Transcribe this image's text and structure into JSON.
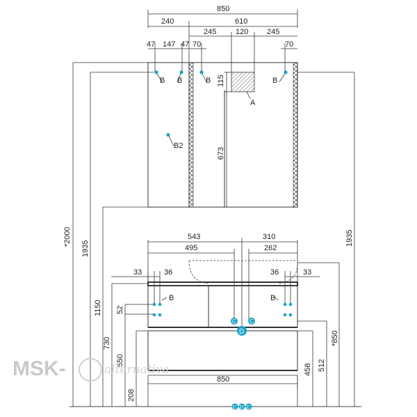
{
  "top_dims": {
    "overall": "850",
    "left": "240",
    "right": "610",
    "r1": "245",
    "r2": "120",
    "r3": "245",
    "s1": "47",
    "s2": "147",
    "s3": "47",
    "s4": "70",
    "s5": "70"
  },
  "upper_dims": {
    "h115": "115",
    "h673": "673"
  },
  "vertical_dims": {
    "v2000": "*2000",
    "v1935a": "1935",
    "v1150": "1150",
    "v1935b": "1935"
  },
  "labels": {
    "A": "A",
    "B": "B",
    "B2": "B2"
  },
  "lower_dims": {
    "w543": "543",
    "w310": "310",
    "w495": "495",
    "w262": "262",
    "w33a": "33",
    "w36a": "36",
    "w36b": "36",
    "w33b": "33",
    "h52": "52",
    "v730": "730",
    "v550": "550",
    "v208": "208",
    "v458": "458",
    "v512": "512",
    "v850": "*850",
    "bottom": "850"
  },
  "markers": {
    "c1": "C",
    "d": "D",
    "c2": "C",
    "bc1": "C",
    "bd": "D",
    "bc2": "C"
  },
  "watermark": {
    "text": "MSK-",
    "script": "alternativa"
  }
}
